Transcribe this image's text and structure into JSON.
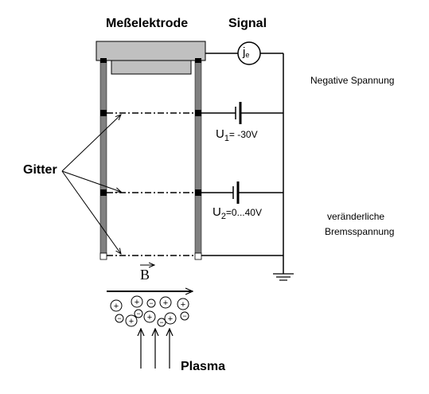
{
  "title_electrode": "Meßelektrode",
  "title_signal": "Signal",
  "meter_symbol": "j",
  "meter_subscript": "e",
  "negative_voltage_label": "Negative Spannung",
  "u1": {
    "letter": "U",
    "index": "1",
    "value": "= -30V"
  },
  "u2": {
    "letter": "U",
    "index": "2",
    "value": "=0...40V"
  },
  "variable_label_line1": "veränderliche",
  "variable_label_line2": "Bremsspannung",
  "grids_label": "Gitter",
  "field_label": "B",
  "plasma_label": "Plasma",
  "particle_plus": "+",
  "particle_minus": "−",
  "colors": {
    "line": "#000000",
    "rail": "#808080",
    "electrode": "#c0c0c0",
    "background": "#ffffff"
  }
}
